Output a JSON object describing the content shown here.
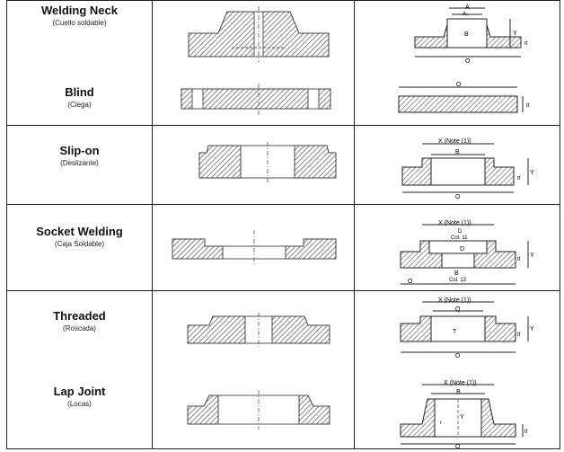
{
  "flanges": [
    {
      "name": "Welding Neck",
      "sub": "(Cuello soldable)",
      "dims": [
        "A",
        "A₁",
        "B",
        "Y",
        "tf",
        "O"
      ]
    },
    {
      "name": "Blind",
      "sub": "(Ciega)",
      "dims": [
        "O",
        "tf"
      ]
    },
    {
      "name": "Slip-on",
      "sub": "(Deslizante)",
      "dims": [
        "X (Note (1))",
        "B",
        "Y",
        "tf",
        "O"
      ]
    },
    {
      "name": "Socket Welding",
      "sub": "(Caja Soldable)",
      "dims": [
        "X (Note (1))",
        "D",
        "Col. 11",
        "D",
        "Y",
        "tf",
        "B",
        "Col. 13",
        "O"
      ]
    },
    {
      "name": "Threaded",
      "sub": "(Roscada)",
      "dims": [
        "X (Note (1))",
        "Q",
        "T",
        "Y",
        "tf",
        "O"
      ]
    },
    {
      "name": "Lap Joint",
      "sub": "(Locas)",
      "dims": [
        "X (Note (1))",
        "B",
        "r",
        "Y",
        "tf",
        "O"
      ]
    }
  ]
}
